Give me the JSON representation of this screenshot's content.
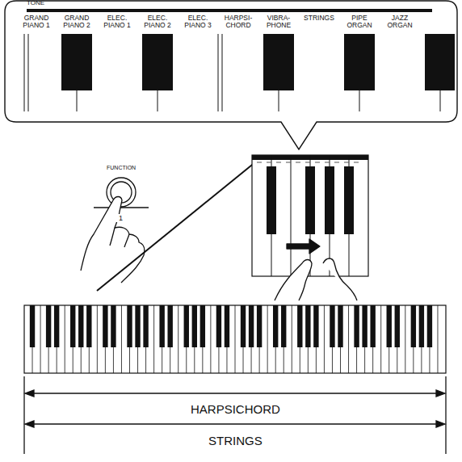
{
  "diagram": {
    "nodes": [
      {
        "text": [
          "TONE",
          "GRAND PIANO 1",
          "GRAND PIANO 2",
          "ELEC. PIANO 1",
          "ELEC. PIANO 2",
          "ELEC. PIANO 3",
          "HARPSI- CHORD",
          "VIBRA- PHONE",
          "STRINGS",
          "PIPE ORGAN",
          "JAZZ ORGAN"
        ]
      }
    ],
    "labels": [
      "FUNCTION",
      "1",
      "HARPSICHORD",
      "STRINGS"
    ]
  }
}
